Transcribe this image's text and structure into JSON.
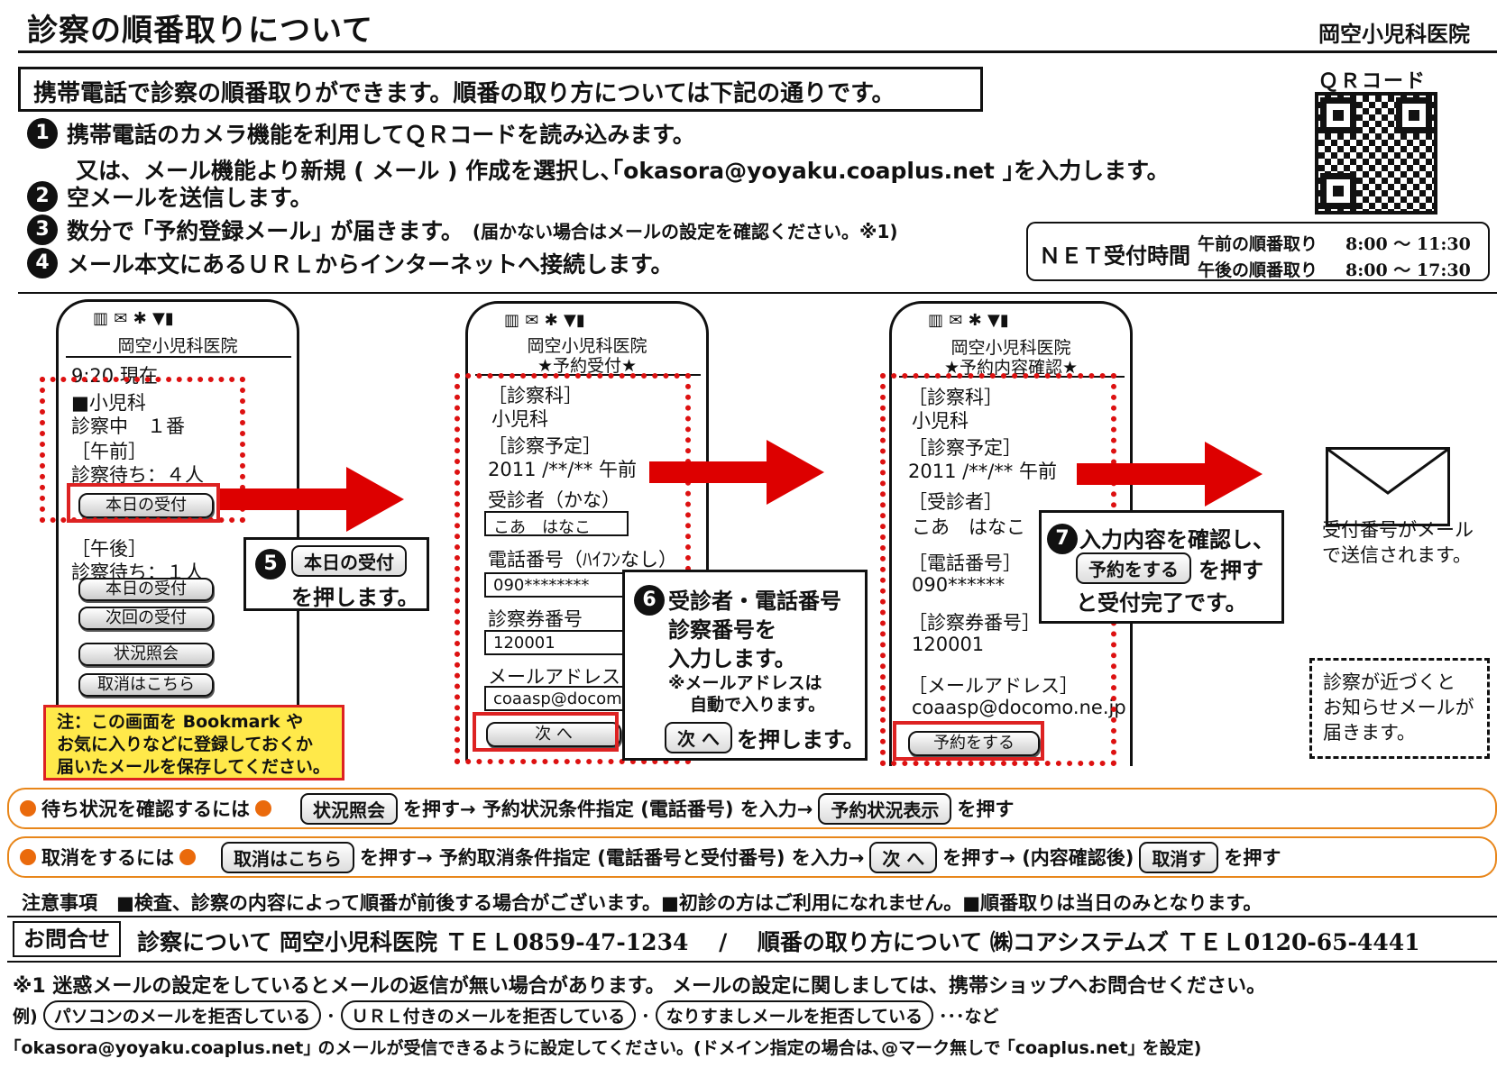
{
  "header": {
    "title": "診察の順番取りについて",
    "hospital": "岡空小児科医院"
  },
  "intro": "携帯電話で診察の順番取りができます。順番の取り方については下記の通りです。",
  "steps": {
    "n1": "1",
    "s1": "携帯電話のカメラ機能を利用してＱＲコードを読み込みます。",
    "s1b": "又は、メール機能より新規 ( メール ) 作成を選択し､｢okasora@yoyaku.coaplus.net ｣を入力します。",
    "n2": "2",
    "s2": "空メールを送信します。",
    "n3": "3",
    "s3": "数分で ｢予約登録メール｣ が届きます。",
    "s3note": "(届かない場合はメールの設定を確認ください。※1)",
    "n4": "4",
    "s4": "メール本文にあるＵＲＬからインターネットへ接続します。"
  },
  "qr": {
    "label": "ＱＲコード"
  },
  "net": {
    "label": "ＮＥＴ受付時間",
    "am_label": "午前の順番取り",
    "am_time": "8:00 ～ 11:30",
    "pm_label": "午後の順番取り",
    "pm_time": "8:00 ～ 17:30"
  },
  "phone1": {
    "status_icons": "▥  ✉ ✱ ▼▮",
    "title": "岡空小児科医院",
    "time": "9:20 現在",
    "dept": "■小児科",
    "current": "診察中　１番",
    "am": "［午前］",
    "am_wait": "診察待ち：４人",
    "btn_today": "本日の受付",
    "pm": "［午後］",
    "pm_wait": "診察待ち：１人",
    "btn_today2": "本日の受付",
    "btn_next": "次回の受付",
    "btn_status": "状況照会",
    "btn_cancel": "取消はこちら"
  },
  "callout5": {
    "num": "5",
    "btn": "本日の受付",
    "text": "を押します。"
  },
  "yellow_note": [
    "注：この画面を Bookmark や",
    "お気に入りなどに登録しておくか",
    "届いたメールを保存してください。"
  ],
  "phone2": {
    "status_icons": "▥  ✉ ✱ ▼▮",
    "title": "岡空小児科医院",
    "subtitle": "★予約受付★",
    "dept_label": "［診察科］",
    "dept": "小児科",
    "date_label": "［診察予定］",
    "date": "2011 /**/** 午前",
    "name_label": "受診者（かな）",
    "name": "こあ　はなこ",
    "tel_label": "電話番号（ﾊｲﾌﾝなし）",
    "tel": "090********",
    "card_label": "診察券番号",
    "card": "120001",
    "mail_label": "メールアドレス",
    "mail": "coaasp@docomo.ne.jp",
    "btn_next": "次 へ"
  },
  "callout6": {
    "num": "6",
    "l1": "受診者・電話番号",
    "l2": "診察番号を",
    "l3": "入力します。",
    "n1": "※メールアドレスは",
    "n2": "自動で入ります。",
    "btn": "次 へ",
    "tail": "を押します。"
  },
  "phone3": {
    "status_icons": "▥  ✉ ✱ ▼▮",
    "title": "岡空小児科医院",
    "subtitle": "★予約内容確認★",
    "dept_label": "［診察科］",
    "dept": "小児科",
    "date_label": "［診察予定］",
    "date": "2011 /**/** 午前",
    "name_label": "［受診者］",
    "name": "こあ　はなこ",
    "tel_label": "［電話番号］",
    "tel": "090******",
    "card_label": "［診察券番号］",
    "card": "120001",
    "mail_label": "［メールアドレス］",
    "mail": "coaasp@docomo.ne.jp",
    "btn_reserve": "予約をする"
  },
  "callout7": {
    "num": "7",
    "l1": "入力内容を確認し、",
    "btn": "予約をする",
    "l2b": "を押す",
    "l3": "と受付完了です。"
  },
  "mail_sent": [
    "受付番号がメール",
    "で送信されます。"
  ],
  "notify": [
    "診察が近づくと",
    "お知らせメールが",
    "届きます。"
  ],
  "bar1": {
    "lead": "待ち状況を確認するには",
    "btn1": "状況照会",
    "t1": "を押す→ 予約状況条件指定 (電話番号) を入力→",
    "btn2": "予約状況表示",
    "t2": "を押す"
  },
  "bar2": {
    "lead": "取消をするには",
    "btn1": "取消はこちら",
    "t1": "を押す→ 予約取消条件指定 (電話番号と受付番号) を入力→",
    "btn2": "次 へ",
    "t2": "を押す→ (内容確認後)",
    "btn3": "取消す",
    "t3": "を押す"
  },
  "caution": "注意事項　■検査、診察の内容によって順番が前後する場合がございます。■初診の方はご利用になれません。■順番取りは当日のみとなります。",
  "contact": {
    "label": "お問合せ",
    "text": "診察について 岡空小児科医院 ＴＥＬ0859-47-1234　 /　 順番の取り方について ㈱コアシステムズ ＴＥＬ0120-65-4441"
  },
  "footnote": "※1 迷惑メールの設定をしているとメールの返信が無い場合があります。 メールの設定に関しましては、携帯ショップへお問合せください。",
  "examples": {
    "lead": "例)",
    "e1": "パソコンのメールを拒否している",
    "e2": "ＵＲＬ付きのメールを拒否している",
    "e3": "なりすましメールを拒否している",
    "tail": "･･･など",
    "sep": "･"
  },
  "lastline": "｢okasora@yoyaku.coaplus.net｣ のメールが受信できるように設定してください。(ドメイン指定の場合は､@マーク無しで ｢coaplus.net｣ を設定)",
  "colors": {
    "red": "#d00000",
    "orange": "#e8861a",
    "yellow": "#ffe94a"
  }
}
